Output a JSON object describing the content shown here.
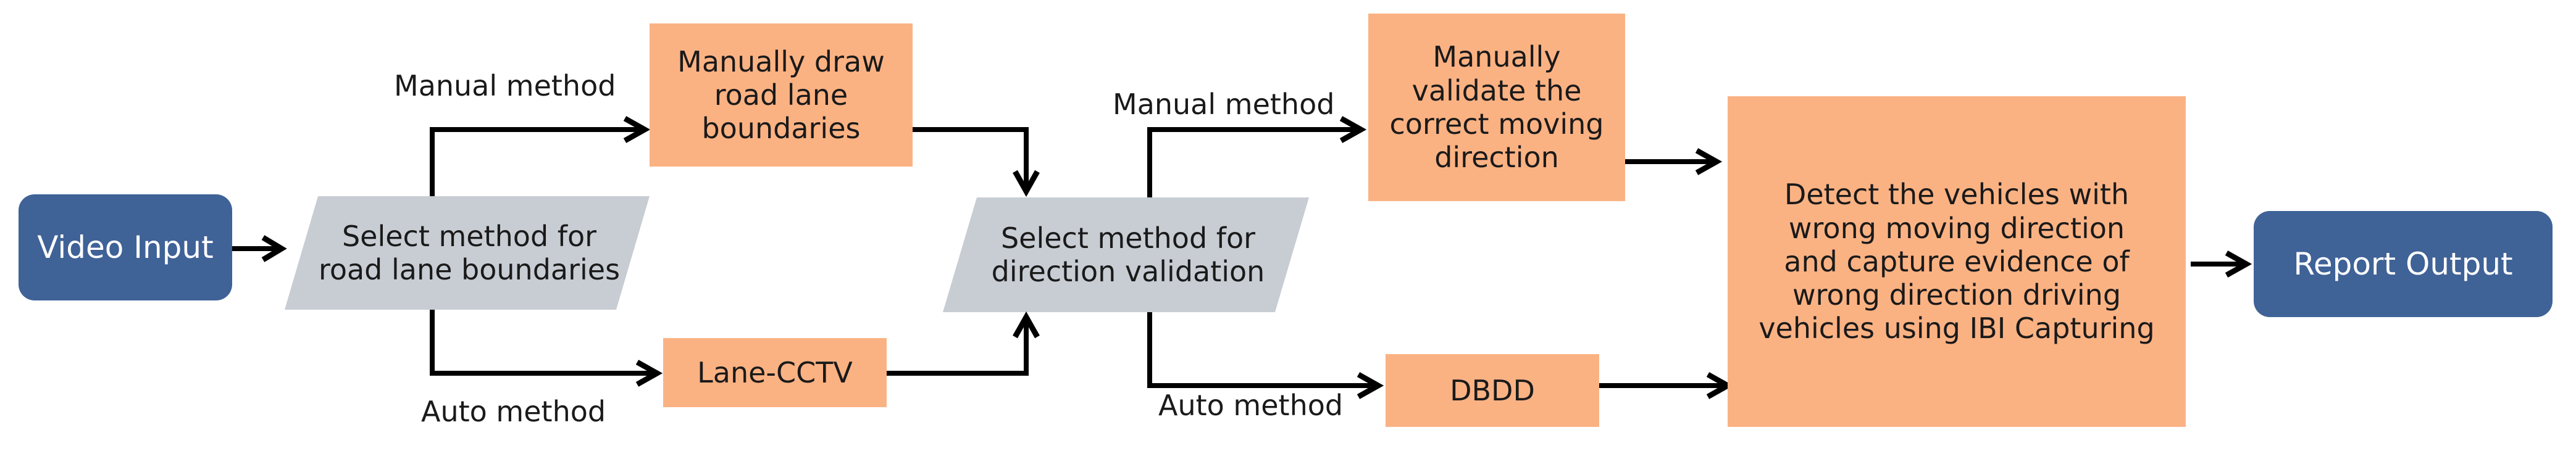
{
  "diagram": {
    "colors": {
      "terminal_fill": "#3f6297",
      "process_fill": "#fbb283",
      "decision_fill": "#c8cdd4",
      "arrow": "#000000"
    },
    "nodes": {
      "video_input": "Video Input",
      "select_lane_method": "Select method for\nroad lane boundaries",
      "manual_draw": "Manually draw\nroad lane\nboundaries",
      "lane_cctv": "Lane-CCTV",
      "select_direction_method": "Select method for\ndirection validation",
      "manual_validate": "Manually\nvalidate the\ncorrect moving\ndirection",
      "dbdd": "DBDD",
      "detect_vehicles": "Detect the vehicles with\nwrong moving direction\nand capture evidence of\nwrong direction driving\nvehicles using IBI Capturing",
      "report_output": "Report Output"
    },
    "labels": {
      "manual_method_1": "Manual method",
      "auto_method_1": "Auto method",
      "manual_method_2": "Manual method",
      "auto_method_2": "Auto method"
    }
  }
}
